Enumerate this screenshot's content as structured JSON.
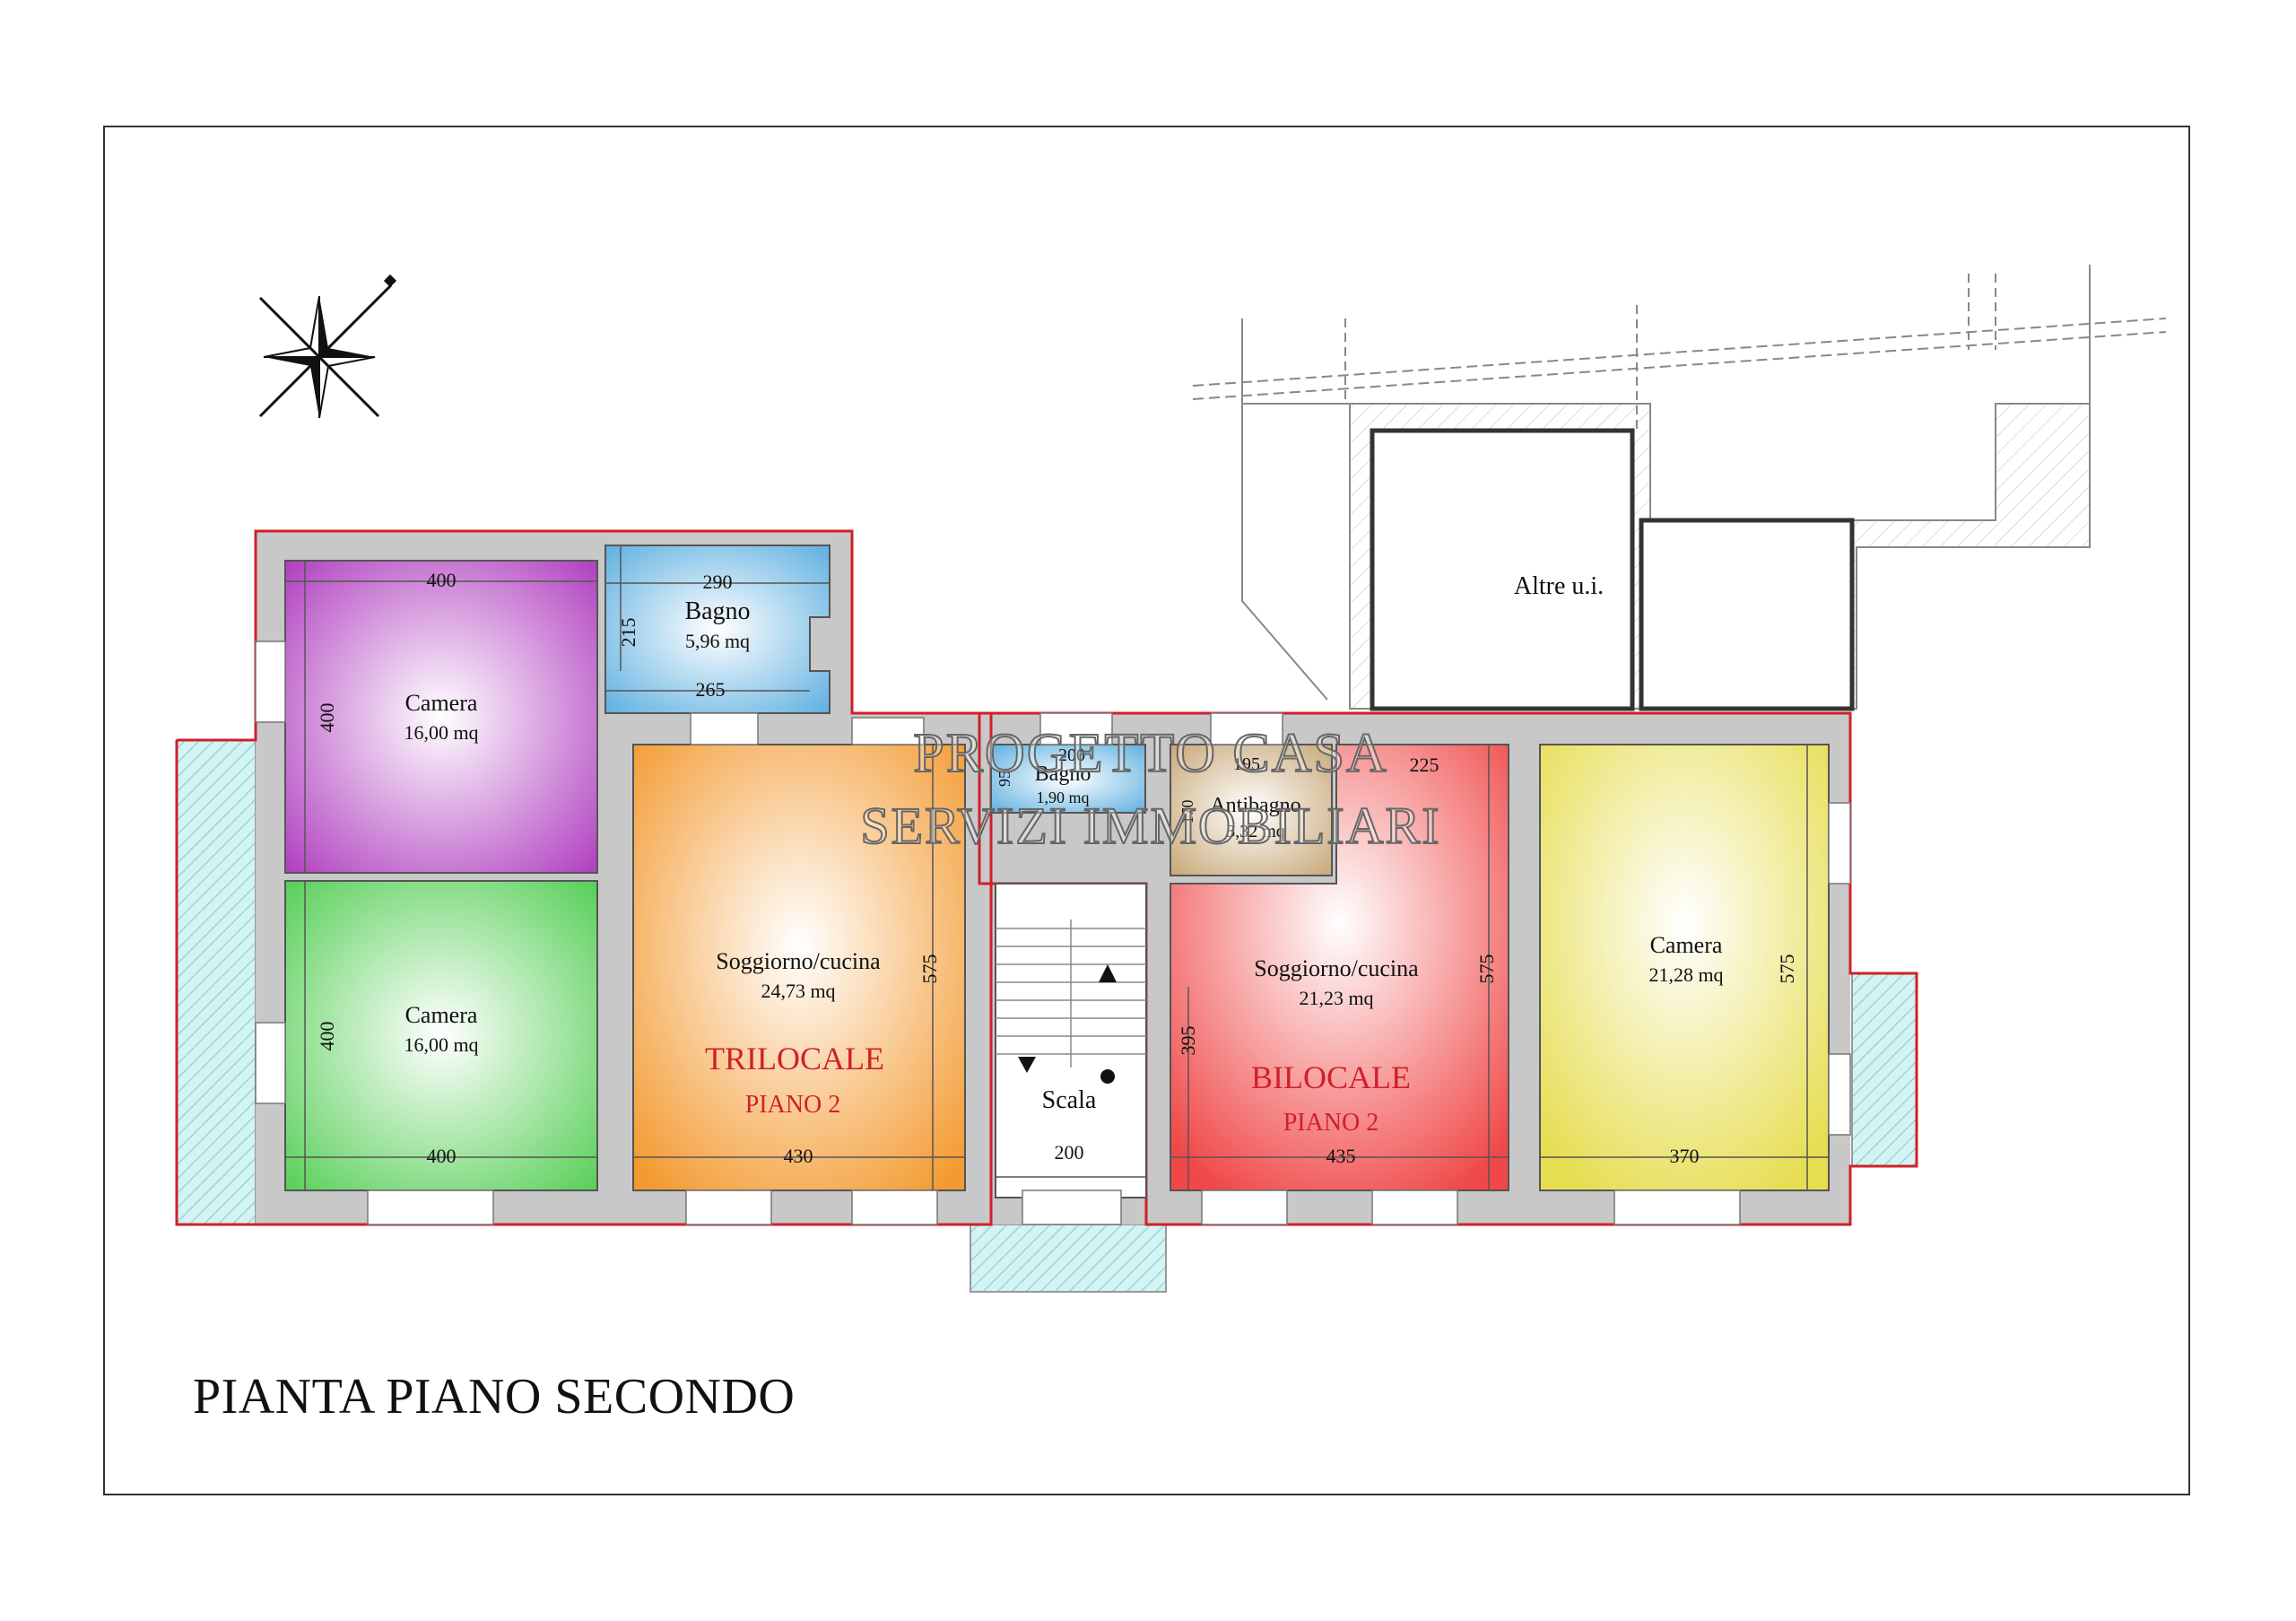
{
  "title": "PIANTA PIANO SECONDO",
  "watermark": {
    "line1": "PROGETTO CASA",
    "line2": "SERVIZI IMMOBILIARI"
  },
  "colors": {
    "wall": "#c8c8c8",
    "perimeter": "#d0202a",
    "purple": "#b040c0",
    "green": "#60d060",
    "orange": "#f39a30",
    "blue": "#5fb0e0",
    "tan": "#c8a878",
    "red": "#f05050",
    "yellow": "#e8e060",
    "terrace": "#bfeeee",
    "label_red": "#d0202a"
  },
  "neighbor": {
    "label": "Altre u.i."
  },
  "rooms": {
    "camera_top": {
      "name": "Camera",
      "area": "16,00 mq",
      "dim_h": "400",
      "dim_v": "400"
    },
    "camera_bottom": {
      "name": "Camera",
      "area": "16,00 mq",
      "dim_h": "400",
      "dim_v": "400"
    },
    "bagno_top": {
      "name": "Bagno",
      "area": "5,96 mq",
      "dim_top": "290",
      "dim_bottom": "265",
      "dim_v": "215"
    },
    "soggiorno_left": {
      "name": "Soggiorno/cucina",
      "area": "24,73 mq",
      "dim_h": "430",
      "dim_v": "575"
    },
    "bagno_small": {
      "name": "Bagno",
      "area": "1,90 mq",
      "dim_h": "200",
      "dim_v": "95"
    },
    "antibagno": {
      "name": "Antibagno",
      "area": "3,32 mq",
      "dim_h": "195",
      "dim_v": "170"
    },
    "scala": {
      "name": "Scala",
      "dim_h": "200"
    },
    "soggiorno_right": {
      "name": "Soggiorno/cucina",
      "area": "21,23 mq",
      "dim_h": "435",
      "dim_v": "575",
      "dim_extra": "395",
      "dim_top": "225"
    },
    "camera_right": {
      "name": "Camera",
      "area": "21,28 mq",
      "dim_h": "370",
      "dim_v": "575"
    }
  },
  "units": {
    "trilocale": {
      "name": "TRILOCALE",
      "floor": "PIANO 2"
    },
    "bilocale": {
      "name": "BILOCALE",
      "floor": "PIANO 2"
    }
  }
}
